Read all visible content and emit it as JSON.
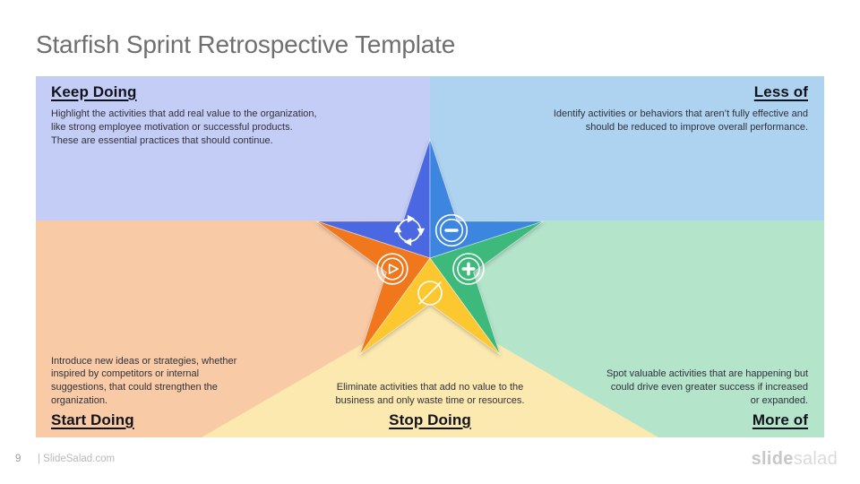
{
  "slide": {
    "title": "Starfish Sprint Retrospective Template",
    "page_number": "9",
    "footer_site": "| SlideSalad.com",
    "logo": {
      "part1": "slide",
      "part2": "salad"
    }
  },
  "quadrants": {
    "keep_doing": {
      "heading": "Keep Doing",
      "body": "Highlight the activities that add real value to the organization,\nlike strong employee motivation or successful products.\nThese are essential practices that should continue.",
      "bg": "#c4cdf5"
    },
    "less_of": {
      "heading": "Less of",
      "body": "Identify activities or behaviors that aren’t fully effective and\nshould be reduced to improve overall performance.",
      "bg": "#aed3f1"
    },
    "start_doing": {
      "heading": "Start Doing",
      "body": "Introduce new ideas or strategies, whether\ninspired by competitors or internal\nsuggestions, that could strengthen the\norganization.",
      "bg": "#f8cba6"
    },
    "stop_doing": {
      "heading": "Stop Doing",
      "body": "Eliminate activities that add no value to the\nbusiness and only waste time or resources.",
      "bg": "#fbe9af"
    },
    "more_of": {
      "heading": "More of",
      "body": "Spot valuable activities that are happening but\ncould drive even greater success if increased\nor expanded.",
      "bg": "#b4e4ca"
    }
  },
  "star": {
    "icon_stroke": "#ffffff",
    "segments": {
      "keep": {
        "color": "#4a68e1",
        "icon": "cycle-icon"
      },
      "less": {
        "color": "#3c86e0",
        "icon": "minus-icon"
      },
      "start": {
        "color": "#f0771c",
        "icon": "play-icon"
      },
      "more": {
        "color": "#3cb97b",
        "icon": "plus-icon"
      },
      "stop": {
        "color": "#fdc72f",
        "icon": "ban-icon"
      }
    }
  }
}
